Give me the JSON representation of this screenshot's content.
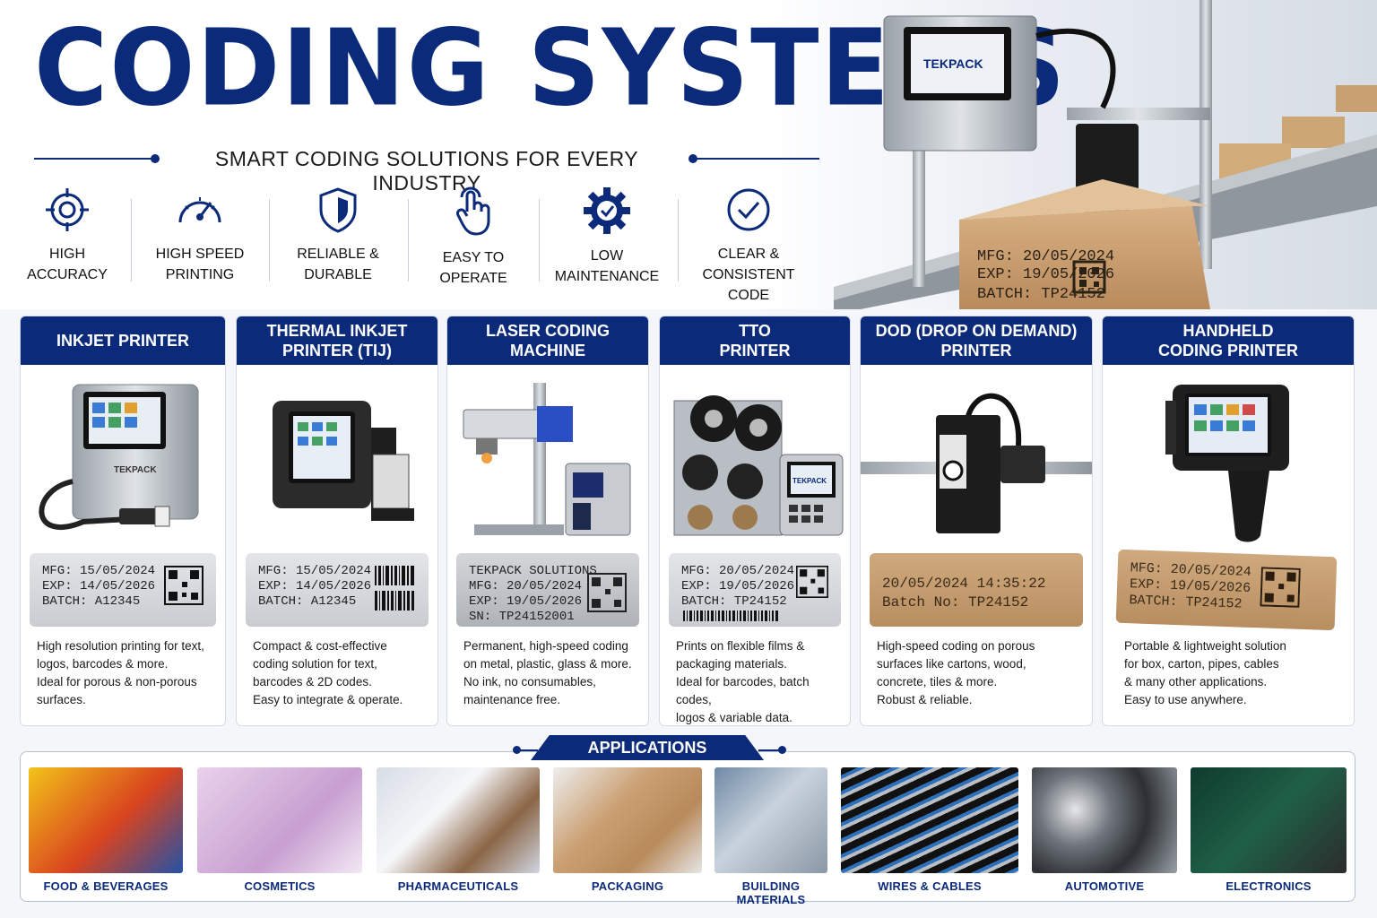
{
  "header": {
    "title": "CODING SYSTEMS",
    "subtitle": "SMART CODING SOLUTIONS FOR EVERY INDUSTRY"
  },
  "features": [
    {
      "line1": "HIGH",
      "line2": "ACCURACY",
      "icon": "crosshair-icon"
    },
    {
      "line1": "HIGH SPEED",
      "line2": "PRINTING",
      "icon": "speedometer-icon"
    },
    {
      "line1": "RELIABLE &",
      "line2": "DURABLE",
      "icon": "shield-icon"
    },
    {
      "line1": "EASY TO",
      "line2": "OPERATE",
      "icon": "touch-hand-icon"
    },
    {
      "line1": "LOW",
      "line2": "MAINTENANCE",
      "icon": "gear-check-icon"
    },
    {
      "line1": "CLEAR &",
      "line2": "CONSISTENT CODE",
      "icon": "check-circle-icon"
    }
  ],
  "hero": {
    "brand": "TEKPACK",
    "box_code": [
      "MFG: 20/05/2024",
      "EXP: 19/05/2026",
      "BATCH: TP24152"
    ]
  },
  "products": [
    {
      "title_line1": "INKJET PRINTER",
      "title_line2": "",
      "brand": "TEKPACK",
      "label": [
        "MFG: 15/05/2024",
        "EXP: 14/05/2026",
        "BATCH: A12345"
      ],
      "desc": [
        "High resolution printing for text,",
        "logos, barcodes & more.",
        "Ideal for porous & non-porous",
        "surfaces."
      ]
    },
    {
      "title_line1": "THERMAL INKJET",
      "title_line2": "PRINTER (TIJ)",
      "brand": "",
      "label": [
        "MFG: 15/05/2024",
        "EXP: 14/05/2026",
        "BATCH: A12345"
      ],
      "desc": [
        "Compact & cost-effective",
        "coding solution for text,",
        "barcodes & 2D codes.",
        "Easy to integrate & operate."
      ]
    },
    {
      "title_line1": "LASER CODING",
      "title_line2": "MACHINE",
      "brand": "",
      "label": [
        "TEKPACK SOLUTIONS",
        "MFG: 20/05/2024",
        "EXP: 19/05/2026",
        "SN: TP24152001"
      ],
      "desc": [
        "Permanent, high-speed coding",
        "on metal, plastic, glass & more.",
        "No ink, no consumables,",
        "maintenance free."
      ]
    },
    {
      "title_line1": "TTO",
      "title_line2": "PRINTER",
      "brand": "TEKPACK",
      "label": [
        "MFG: 20/05/2024",
        "EXP: 19/05/2026",
        "BATCH: TP24152"
      ],
      "desc": [
        "Prints on flexible films &",
        "packaging materials.",
        "Ideal for barcodes, batch codes,",
        "logos & variable data."
      ]
    },
    {
      "title_line1": "DOD (DROP ON DEMAND)",
      "title_line2": "PRINTER",
      "brand": "",
      "label": [
        "20/05/2024  14:35:22",
        "Batch No: TP24152"
      ],
      "desc": [
        "High-speed coding on porous",
        "surfaces like cartons, wood,",
        "concrete, tiles & more.",
        "Robust & reliable."
      ]
    },
    {
      "title_line1": "HANDHELD",
      "title_line2": "CODING PRINTER",
      "brand": "",
      "label": [
        "MFG: 20/05/2024",
        "EXP: 19/05/2026",
        "BATCH: TP24152"
      ],
      "desc": [
        "Portable & lightweight solution",
        "for box, carton, pipes, cables",
        "& many other applications.",
        "Easy to use anywhere."
      ]
    }
  ],
  "applications": {
    "heading": "APPLICATIONS",
    "items": [
      "FOOD & BEVERAGES",
      "COSMETICS",
      "PHARMACEUTICALS",
      "PACKAGING",
      "BUILDING MATERIALS",
      "WIRES & CABLES",
      "AUTOMOTIVE",
      "ELECTRONICS"
    ]
  },
  "colors": {
    "brand_navy": "#0b2a7a",
    "kraft": "#c49a6c"
  }
}
